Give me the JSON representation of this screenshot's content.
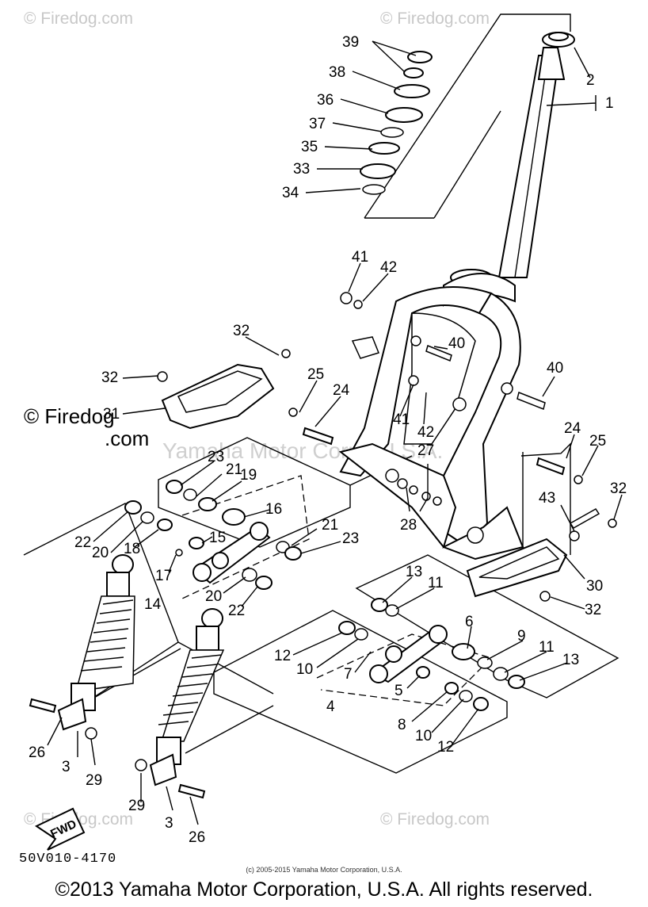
{
  "watermarks": {
    "corner": "© Firedog.com",
    "side_line1": "© Firedog",
    "side_line2": ".com",
    "ghost": "Yamaha Motor Corp., U.S.A."
  },
  "diagram_code": "50V010-4170",
  "small_copyright": "(c) 2005-2015 Yamaha Motor Corporation, U.S.A.",
  "footer_copyright": "©2013 Yamaha Motor Corporation, U.S.A. All rights reserved.",
  "fwd_label": "FWD",
  "callouts": [
    "39",
    "38",
    "36",
    "37",
    "35",
    "33",
    "34",
    "2",
    "1",
    "41",
    "42",
    "40",
    "32",
    "32",
    "31",
    "25",
    "24",
    "40",
    "41",
    "42",
    "27",
    "28",
    "23",
    "21",
    "19",
    "16",
    "22",
    "20",
    "18",
    "15",
    "17",
    "14",
    "21",
    "23",
    "20",
    "22",
    "24",
    "25",
    "32",
    "43",
    "30",
    "32",
    "13",
    "11",
    "12",
    "10",
    "7",
    "6",
    "9",
    "11",
    "13",
    "5",
    "4",
    "8",
    "10",
    "12",
    "26",
    "3",
    "29",
    "29",
    "3",
    "26"
  ]
}
